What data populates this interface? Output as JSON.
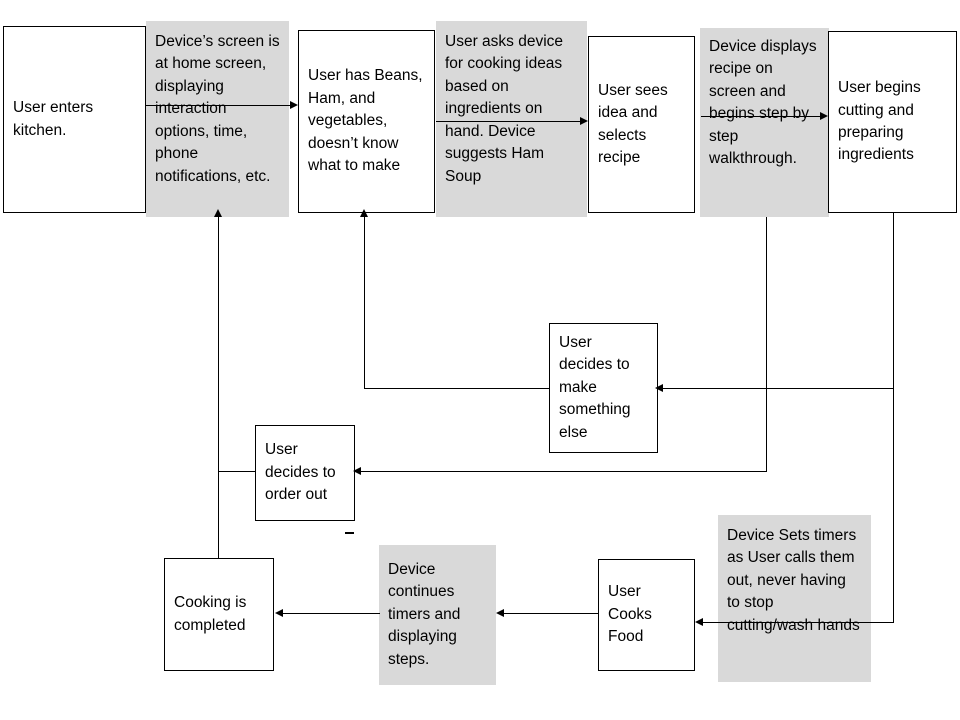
{
  "diagram": {
    "title": "Cooking assistant device user-journey flowchart",
    "colors": {
      "shaded_node_fill": "#d9d9d9",
      "plain_node_fill": "#ffffff",
      "stroke": "#000000"
    },
    "nodes": [
      {
        "id": "user-enters-kitchen",
        "label": "User enters kitchen.",
        "style": "plain"
      },
      {
        "id": "device-home-screen",
        "label": "Device’s screen is at home screen, displaying interaction options, time, phone notifications, etc.",
        "style": "shaded"
      },
      {
        "id": "user-has-ingredients",
        "label": "User has Beans, Ham, and vegetables, doesn’t know what to make",
        "style": "plain"
      },
      {
        "id": "user-asks-device",
        "label": "User asks device for cooking ideas based on ingredients on hand. Device suggests Ham Soup",
        "style": "shaded"
      },
      {
        "id": "user-selects-recipe",
        "label": "User sees idea and selects recipe",
        "style": "plain"
      },
      {
        "id": "device-displays-recipe",
        "label": "Device displays recipe on screen and begins step by step walkthrough.",
        "style": "shaded"
      },
      {
        "id": "user-begins-cutting",
        "label": "User begins cutting and preparing ingredients",
        "style": "plain"
      },
      {
        "id": "user-makes-something-else",
        "label": "User decides to make something else",
        "style": "plain"
      },
      {
        "id": "user-orders-out",
        "label": "User decides to order out",
        "style": "plain"
      },
      {
        "id": "cooking-completed",
        "label": "Cooking is completed",
        "style": "plain"
      },
      {
        "id": "device-continues-timers",
        "label": "Device continues timers and displaying steps.",
        "style": "shaded"
      },
      {
        "id": "user-cooks-food",
        "label": "User Cooks Food",
        "style": "plain"
      },
      {
        "id": "device-sets-timers",
        "label": "Device Sets timers as User calls them out, never having to stop cutting/wash hands",
        "style": "shaded"
      }
    ],
    "edges": [
      {
        "id": "edge-kitchen-to-ingredients",
        "from": "user-enters-kitchen",
        "to": "user-has-ingredients",
        "direction": "right"
      },
      {
        "id": "edge-asks-to-selects",
        "from": "user-asks-device",
        "to": "user-selects-recipe",
        "direction": "right"
      },
      {
        "id": "edge-displays-to-cutting",
        "from": "device-displays-recipe",
        "to": "user-begins-cutting",
        "direction": "right"
      },
      {
        "id": "edge-cutting-to-something-else",
        "from": "user-begins-cutting",
        "to": "user-makes-something-else",
        "direction": "left"
      },
      {
        "id": "edge-something-else-to-ingredients",
        "from": "user-makes-something-else",
        "to": "user-has-ingredients",
        "direction": "up"
      },
      {
        "id": "edge-displays-to-order-out",
        "from": "device-displays-recipe",
        "to": "user-orders-out",
        "direction": "left"
      },
      {
        "id": "edge-order-out-to-home-screen",
        "from": "user-orders-out",
        "to": "device-home-screen",
        "direction": "up"
      },
      {
        "id": "edge-cutting-to-sets-timers",
        "from": "user-begins-cutting",
        "to": "device-sets-timers",
        "direction": "down"
      },
      {
        "id": "edge-sets-timers-to-cooks",
        "from": "device-sets-timers",
        "to": "user-cooks-food",
        "direction": "left"
      },
      {
        "id": "edge-cooks-to-continues",
        "from": "user-cooks-food",
        "to": "device-continues-timers",
        "direction": "left"
      },
      {
        "id": "edge-continues-to-completed",
        "from": "device-continues-timers",
        "to": "cooking-completed",
        "direction": "left"
      }
    ]
  }
}
